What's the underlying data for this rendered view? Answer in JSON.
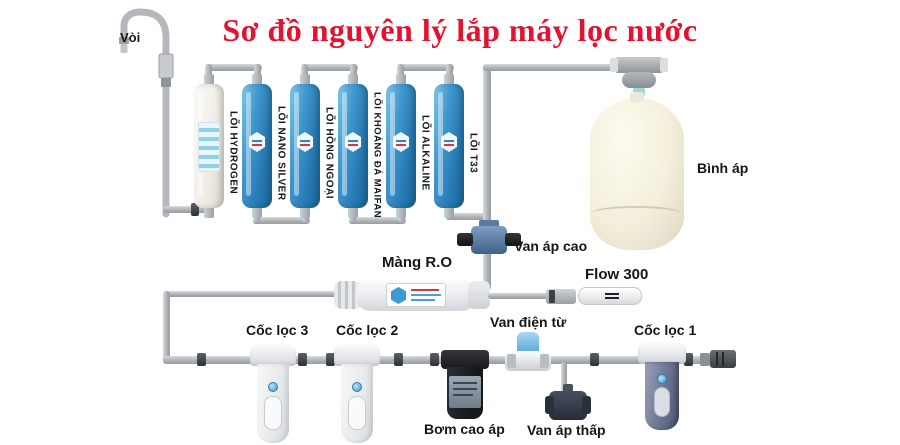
{
  "title": "Sơ đồ nguyên lý lắp máy lọc nước",
  "colors": {
    "title_red": "#e01430",
    "cartridge_blue": "#2e85c0",
    "pipe_gray": "#aeb2b6",
    "tank_cream": "#f3eeda",
    "pump_black": "#1d2126",
    "valve_blue": "#54779e",
    "solenoid_cap_blue": "#6fb7e2"
  },
  "labels": {
    "faucet": "Vòi",
    "tank": "Bình áp",
    "high_pressure_valve": "Van áp cao",
    "ro_membrane": "Màng R.O",
    "flow_restrictor": "Flow 300",
    "solenoid_valve": "Van điện từ",
    "filter_cup_3": "Cốc lọc 3",
    "filter_cup_2": "Cốc lọc 2",
    "high_pressure_pump": "Bơm cao áp",
    "low_pressure_valve": "Van áp thấp",
    "filter_cup_1": "Cốc lọc 1"
  },
  "cartridges": [
    {
      "label": "LÕI HYDROGEN",
      "color": "white"
    },
    {
      "label": "LÕI NANO SILVER",
      "color": "blue"
    },
    {
      "label": "LÕI HỒNG NGOẠI",
      "color": "blue"
    },
    {
      "label": "LÕI KHOÁNG ĐÁ MAIFAN",
      "color": "blue"
    },
    {
      "label": "LÕI ALKALINE",
      "color": "blue"
    },
    {
      "label": "LÕI T33",
      "color": "blue"
    }
  ]
}
